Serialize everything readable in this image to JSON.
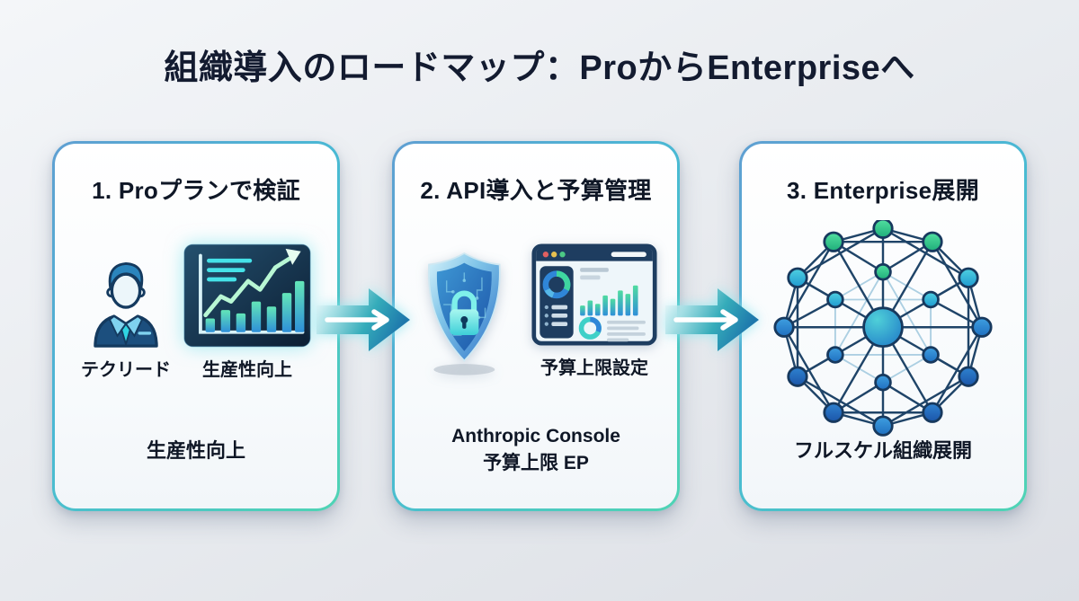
{
  "title": "組織導入のロードマップ：ProからEnterpriseへ",
  "colors": {
    "background": "#e9ecf0",
    "title_text": "#131b30",
    "body_text": "#0f1726",
    "card_border_blue": "#5f9fd2",
    "card_border_teal": "#4fd4b4",
    "card_background": "#ffffff",
    "arrow_teal": "#35acba",
    "arrow_blue": "#1e78ac",
    "icon_navy": "#1e3d60",
    "icon_cyan": "#45e2e8",
    "icon_green": "#52e0a0"
  },
  "cards": [
    {
      "title": "1. Proプランで検証",
      "icons": [
        {
          "name": "tech-lead-person-icon",
          "label": "テクリード"
        },
        {
          "name": "productivity-chart-icon",
          "label": "生産性向上"
        }
      ],
      "caption": "生産性向上"
    },
    {
      "title": "2. API導入と予算管理",
      "icons": [
        {
          "name": "security-shield-lock-icon",
          "label": ""
        },
        {
          "name": "budget-dashboard-icon",
          "label": "予算上限設定"
        }
      ],
      "caption_lines": [
        "Anthropic Console",
        "予算上限 EP"
      ]
    },
    {
      "title": "3. Enterprise展開",
      "icons": [
        {
          "name": "network-graph-icon",
          "label": ""
        }
      ],
      "caption": "フルスケル組織展開"
    }
  ],
  "arrows": [
    {
      "name": "arrow-step1-to-step2",
      "direction": "right"
    },
    {
      "name": "arrow-step2-to-step3",
      "direction": "right"
    }
  ]
}
